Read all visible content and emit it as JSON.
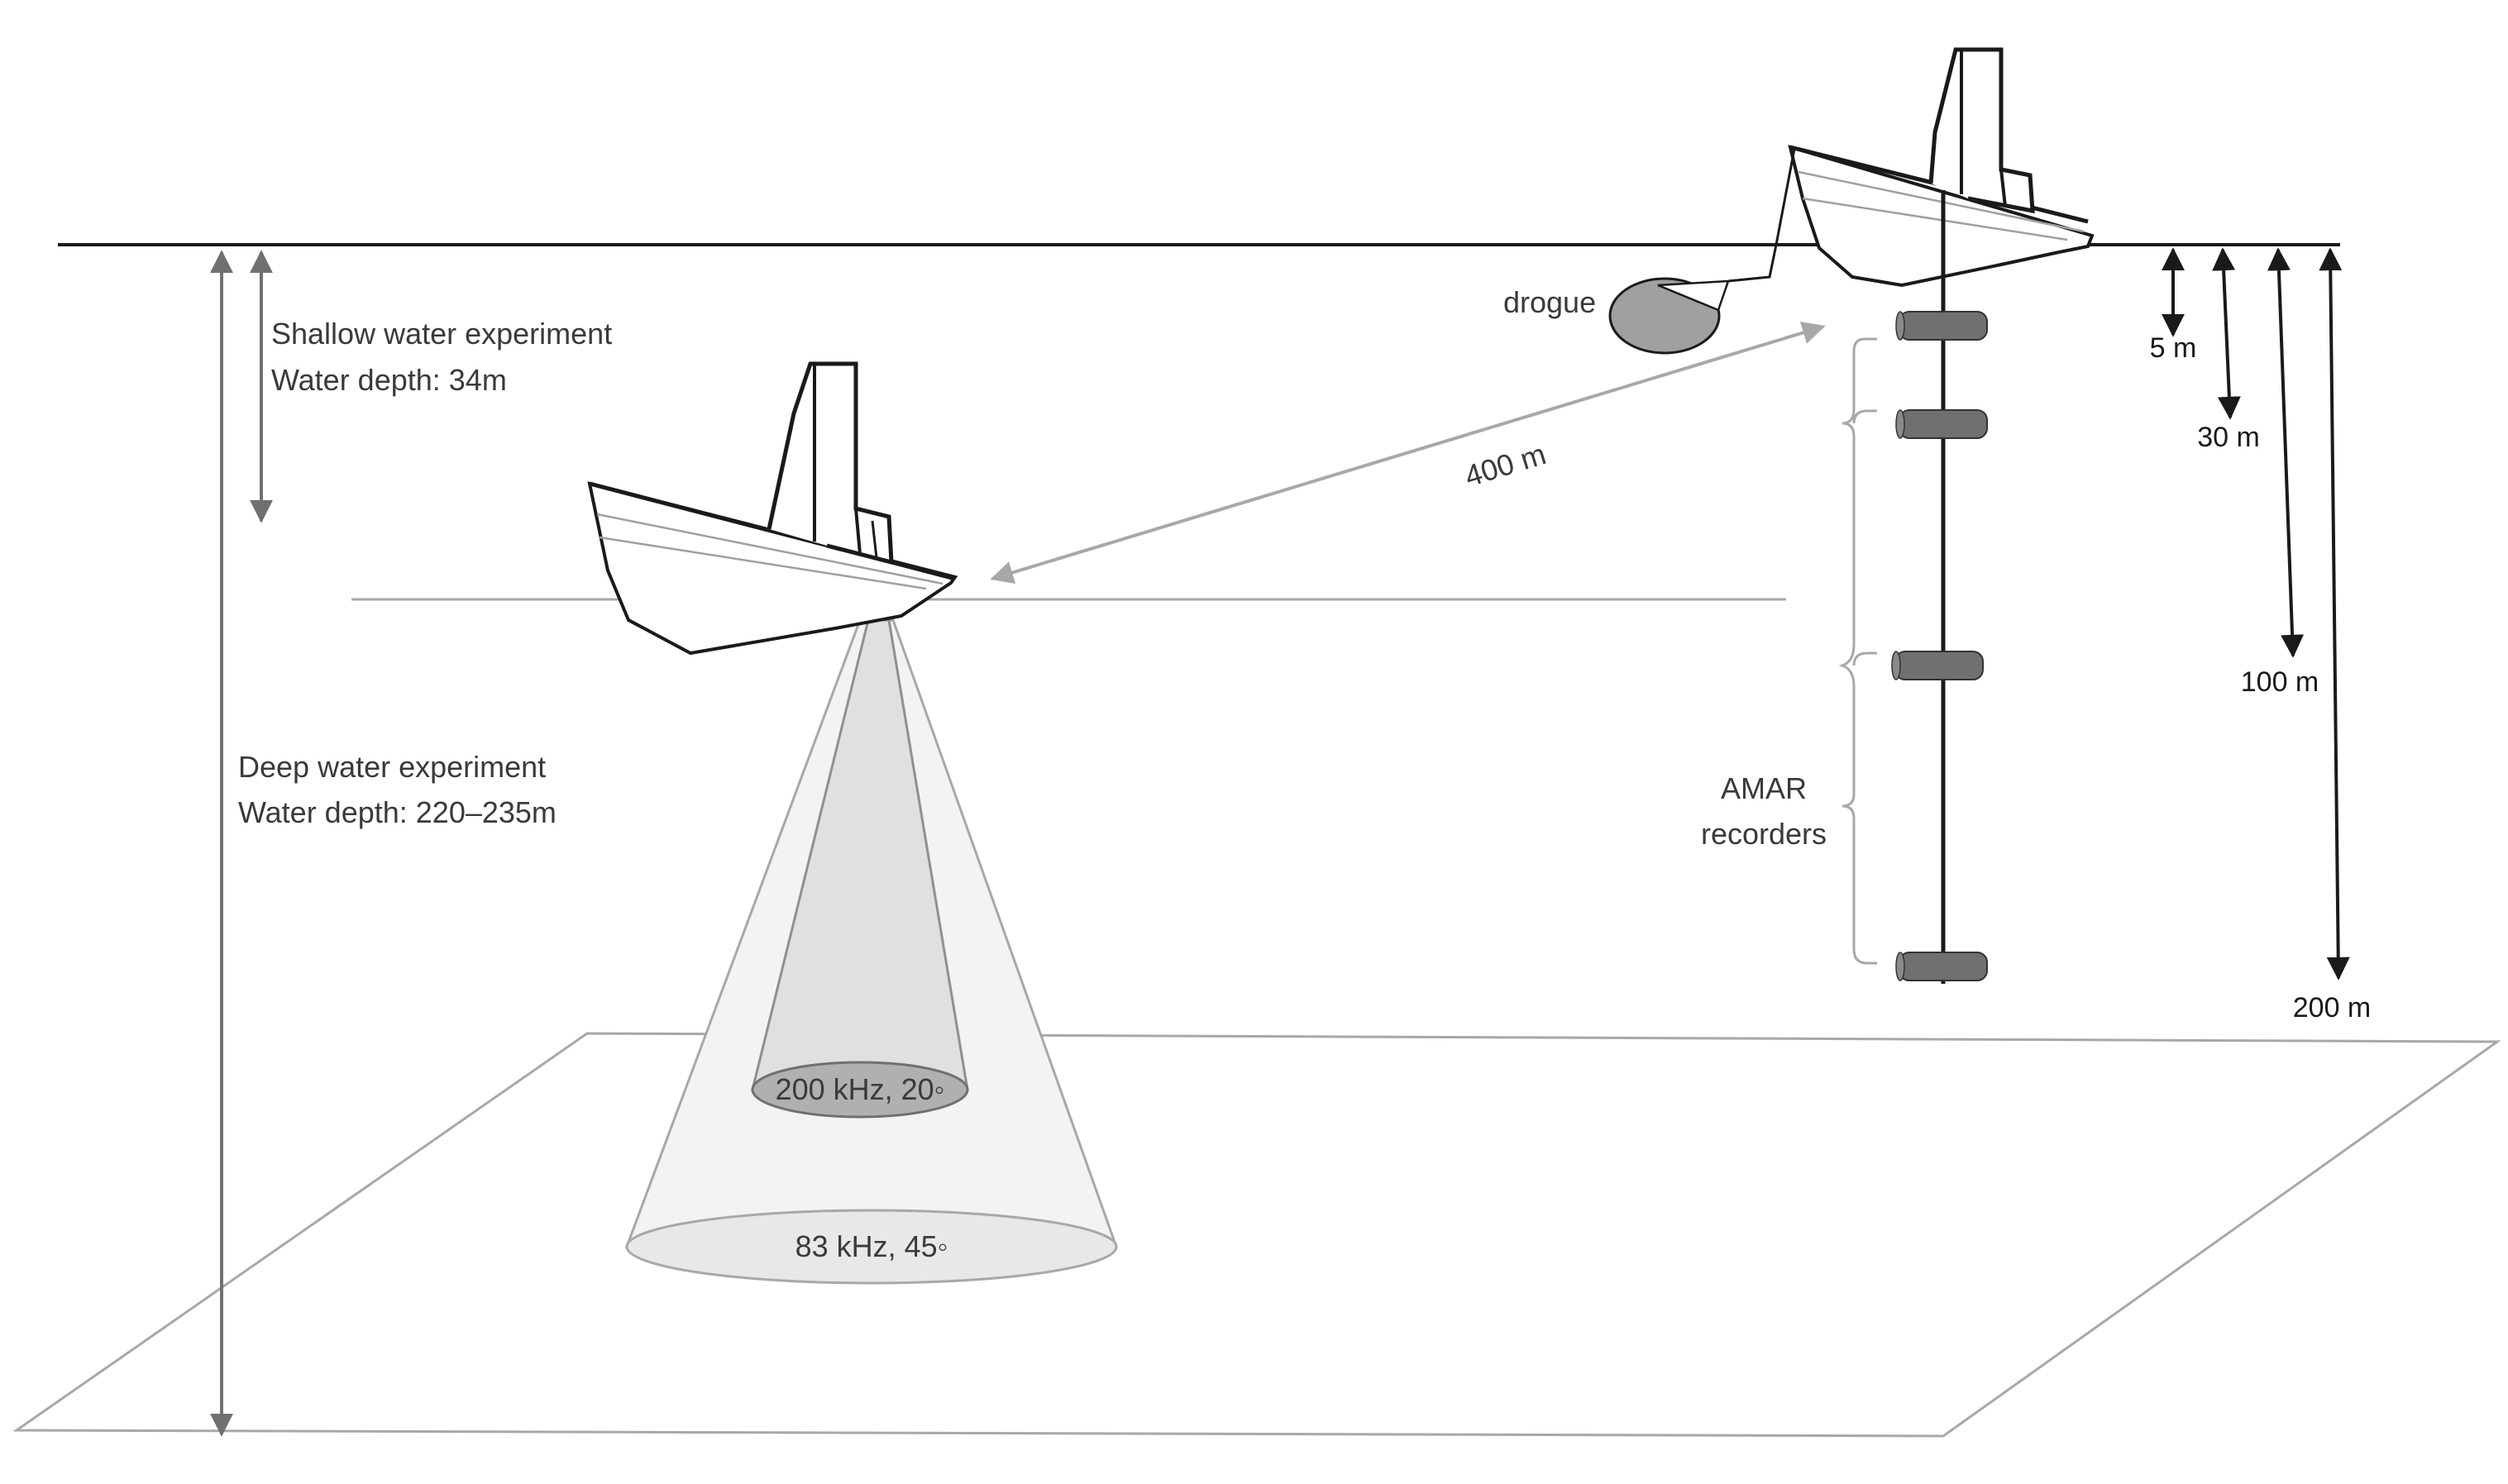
{
  "shallow": {
    "title": "Shallow water experiment",
    "depth": "Water depth: 34m"
  },
  "deep": {
    "title": "Deep water experiment",
    "depth": "Water depth: 220–235m"
  },
  "drogue": "drogue",
  "distance": "400 m",
  "recorders": {
    "line1": "AMAR",
    "line2": "recorders"
  },
  "depths": [
    "5 m",
    "30 m",
    "100 m",
    "200 m"
  ],
  "beams": {
    "narrow": "200 kHz, 20◦",
    "wide": "83 kHz, 45◦"
  },
  "colors": {
    "line": "#1a1a1a",
    "grey_line": "#a8a8a8",
    "drogue": "#a0a0a0",
    "recorder": "#707070",
    "beam_narrow_fill": "#e3e3e3",
    "beam_wide_fill": "#f3f3f3"
  }
}
